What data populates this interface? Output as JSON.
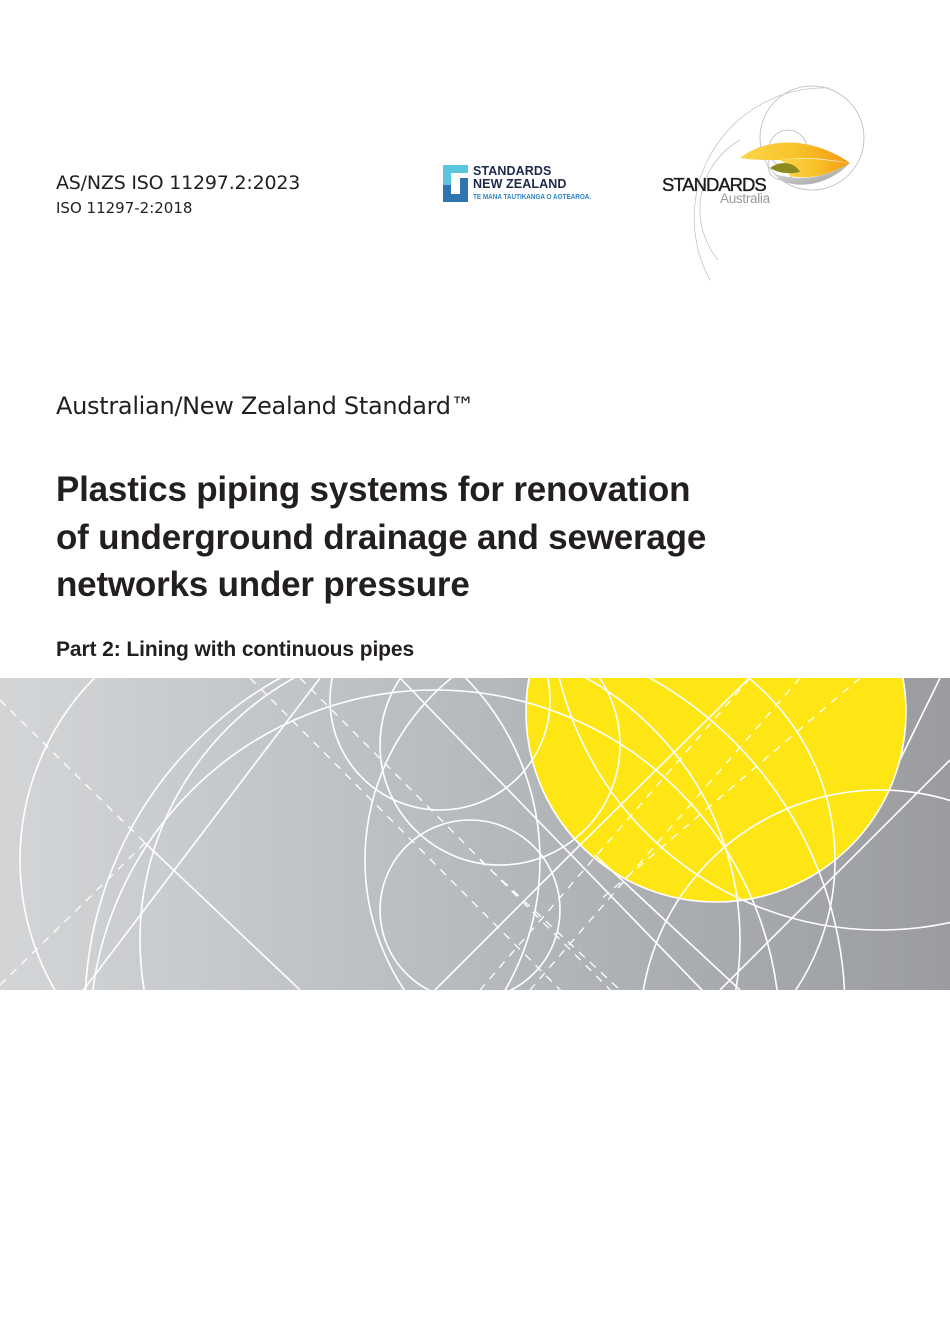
{
  "document": {
    "standard_number": "AS/NZS ISO 11297.2:2023",
    "iso_number": "ISO 11297-2:2018",
    "standard_type": "Australian/New Zealand Standard™",
    "title_lines": [
      "Plastics piping systems for renovation",
      "of underground drainage and sewerage",
      "networks under pressure"
    ],
    "part": "Part 2: Lining with continuous pipes"
  },
  "logos": {
    "nz": {
      "line1": "STANDARDS",
      "line2": "NEW ZEALAND",
      "tagline": "TE MANA TAUTIKANGA O AOTEAROA.",
      "icon": "standards-nz-square-icon",
      "colors": {
        "light": "#5bc4df",
        "dark": "#2f74b0",
        "text": "#1d2a4a",
        "tagline": "#2b86c5"
      }
    },
    "australia": {
      "wordmark": "STANDARDS",
      "sub": "Australia",
      "icon": "standards-australia-swoosh-icon",
      "colors": {
        "swoosh": "#f6b11c",
        "swoosh_light": "#fcd54a",
        "inner": "#8a8a1e",
        "text": "#1a1a1a",
        "sub": "#9a9a9a"
      }
    }
  },
  "artwork": {
    "band_colors": {
      "gray_light": "#d2d4d6",
      "gray_dark": "#9a9c9f",
      "yellow": "#fde614",
      "line": "#ffffff"
    }
  }
}
